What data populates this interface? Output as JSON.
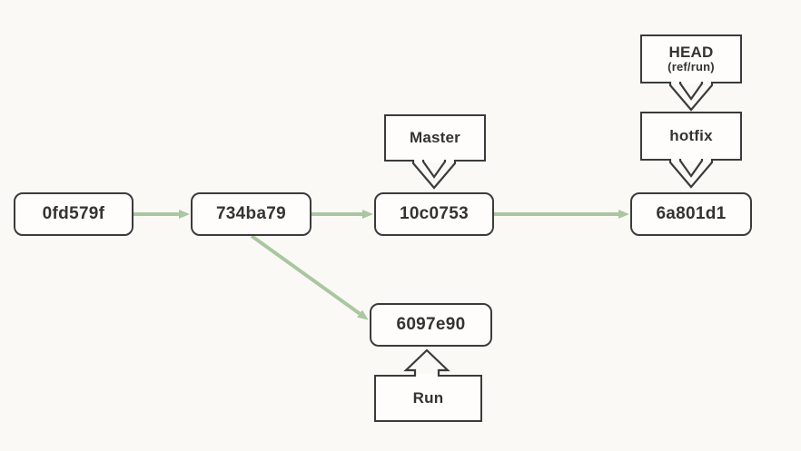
{
  "diagram": {
    "type": "git-commit-graph",
    "colors": {
      "background": "#fbf9f6",
      "node_border": "#3b3b3b",
      "node_fill": "#fefdfb",
      "text": "#333333",
      "arrow_green": "#a9c7a0"
    },
    "commits": [
      {
        "id": "0fd579f"
      },
      {
        "id": "734ba79"
      },
      {
        "id": "10c0753"
      },
      {
        "id": "6a801d1"
      },
      {
        "id": "6097e90"
      }
    ],
    "refs": {
      "master": {
        "label": "Master",
        "points_to": "10c0753",
        "direction": "down"
      },
      "head": {
        "label": "HEAD",
        "sublabel": "(ref/run)",
        "points_to": "hotfix",
        "direction": "down"
      },
      "hotfix": {
        "label": "hotfix",
        "points_to": "6a801d1",
        "direction": "down"
      },
      "run": {
        "label": "Run",
        "points_to": "6097e90",
        "direction": "up"
      }
    },
    "edges": [
      {
        "from": "0fd579f",
        "to": "734ba79"
      },
      {
        "from": "734ba79",
        "to": "10c0753"
      },
      {
        "from": "10c0753",
        "to": "6a801d1"
      },
      {
        "from": "734ba79",
        "to": "6097e90"
      }
    ]
  }
}
